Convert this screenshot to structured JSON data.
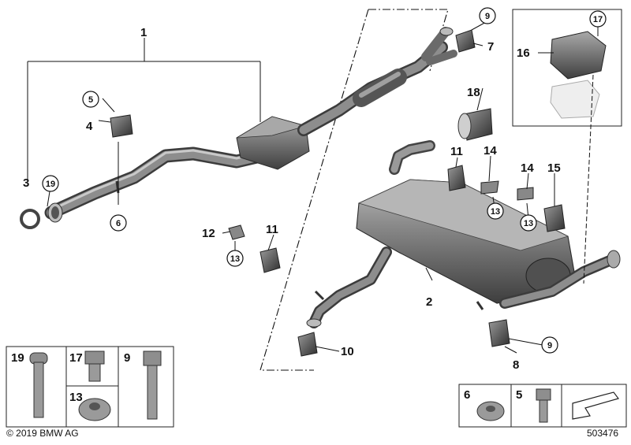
{
  "diagram": {
    "callouts": {
      "c1": "1",
      "c2": "2",
      "c3": "3",
      "c4": "4",
      "c5": "5",
      "c6": "6",
      "c7": "7",
      "c8": "8",
      "c9a": "9",
      "c9b": "9",
      "c10": "10",
      "c11a": "11",
      "c11b": "11",
      "c12": "12",
      "c13a": "13",
      "c13b": "13",
      "c13c": "13",
      "c14a": "14",
      "c14b": "14",
      "c15": "15",
      "c16": "16",
      "c17": "17",
      "c18": "18",
      "c19": "19"
    },
    "legend_left": {
      "p19": "19",
      "p17": "17",
      "p9": "9",
      "p13": "13"
    },
    "legend_right": {
      "p6": "6",
      "p5": "5"
    }
  },
  "footer": {
    "copyright": "© 2019 BMW AG",
    "image_number": "503476"
  },
  "colors": {
    "pipe_dark": "#4a4a4a",
    "pipe_mid": "#8a8a8a",
    "pipe_light": "#c8c8c8",
    "line": "#111111"
  }
}
